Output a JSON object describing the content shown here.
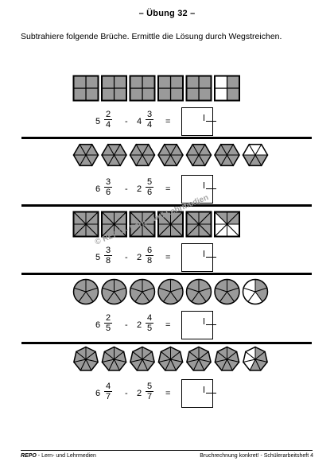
{
  "title": "– Übung 32 –",
  "instruction": "Subtrahiere folgende Brüche. Ermittle die Lösung durch Wegstreichen.",
  "exercises": [
    {
      "shape": "square4",
      "n": 4,
      "a": {
        "whole": "5",
        "num": "2",
        "den": "4"
      },
      "b": {
        "whole": "4",
        "num": "3",
        "den": "4"
      },
      "counts": {
        "full": 5,
        "partial": 2
      }
    },
    {
      "shape": "hex6",
      "n": 6,
      "a": {
        "whole": "6",
        "num": "3",
        "den": "6"
      },
      "b": {
        "whole": "2",
        "num": "5",
        "den": "6"
      },
      "counts": {
        "full": 6,
        "partial": 3
      }
    },
    {
      "shape": "square8",
      "n": 8,
      "a": {
        "whole": "5",
        "num": "3",
        "den": "8"
      },
      "b": {
        "whole": "2",
        "num": "6",
        "den": "8"
      },
      "counts": {
        "full": 5,
        "partial": 3
      }
    },
    {
      "shape": "circle5",
      "n": 5,
      "a": {
        "whole": "6",
        "num": "2",
        "den": "5"
      },
      "b": {
        "whole": "2",
        "num": "4",
        "den": "5"
      },
      "counts": {
        "full": 6,
        "partial": 2
      }
    },
    {
      "shape": "hept7",
      "n": 7,
      "a": {
        "whole": "6",
        "num": "4",
        "den": "7"
      },
      "b": {
        "whole": "2",
        "num": "5",
        "den": "7"
      },
      "counts": {
        "full": 6,
        "partial": 4
      }
    }
  ],
  "minus": "-",
  "equals": "=",
  "watermark": "© REPO - Lern- und Lehrmedien",
  "footer": {
    "brand": "REPO",
    "left": " - Lern- und Lehrmedien",
    "right": "Bruchrechnung konkret! - Schülerarbeitsheft 4"
  },
  "colors": {
    "fill": "#9a9a9a",
    "stroke": "#000000",
    "paper": "#ffffff"
  }
}
